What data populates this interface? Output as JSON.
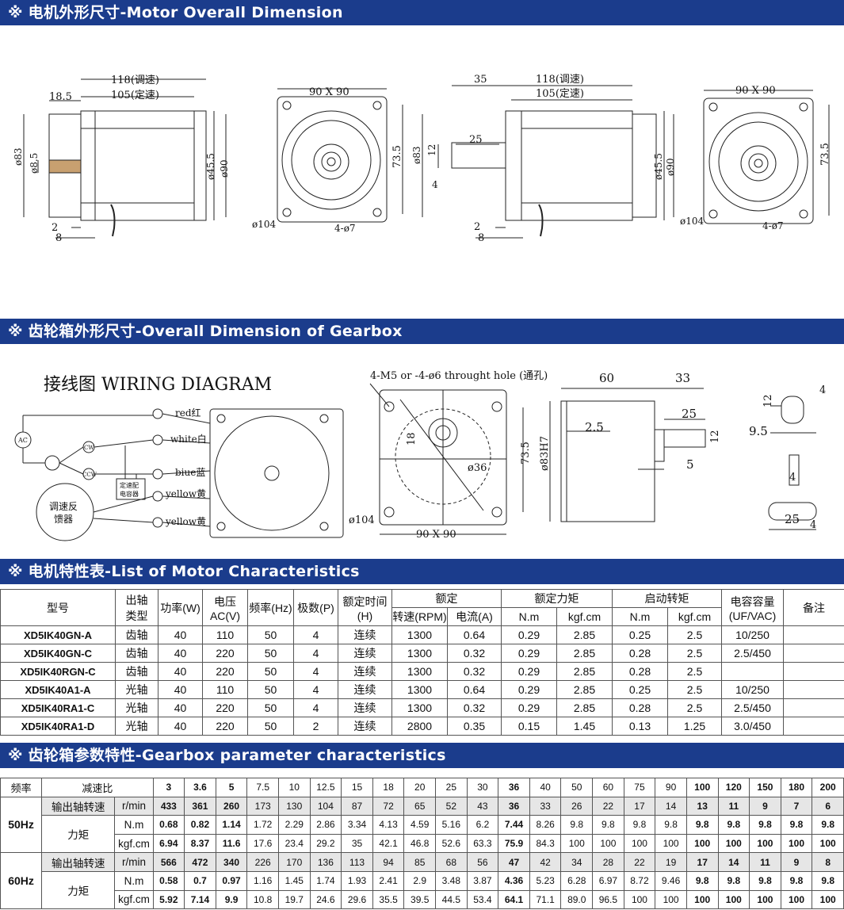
{
  "banners": {
    "motor": "※ 电机外形尺寸-Motor Overall Dimension",
    "gearbox": "※ 齿轮箱外形尺寸-Overall Dimension of Gearbox",
    "characteristics": "※ 电机特性表-List of Motor Characteristics",
    "gearbox_params": "※ 齿轮箱参数特性-Gearbox parameter characteristics"
  },
  "motor_dims": {
    "d1": "118(调速)",
    "d2": "105(定速)",
    "d3": "18.5",
    "d4": "ø83",
    "d5": "ø8.5",
    "d6": "ø45.5",
    "d7": "ø90",
    "d8": "2",
    "d9": "8",
    "f1": "90 X 90",
    "f2": "73.5",
    "f3": "ø104",
    "f4": "4-ø7",
    "s1": "35",
    "s2": "25",
    "s3": "12",
    "s4": "4"
  },
  "wiring": {
    "title": "接线图 WIRING DIAGRAM",
    "ac": "AC",
    "cw": "CW",
    "ccw": "CCW",
    "feedback_1": "调速反",
    "feedback_2": "馈器",
    "cap_1": "定速配",
    "cap_2": "电容器",
    "red": "red红",
    "white": "white白",
    "blue": "biue蓝",
    "yellow1": "yellow黄",
    "yellow2": "yellow黄"
  },
  "gear_dims": {
    "hole": "4-M5 or -4-ø6 throught hole (通孔)",
    "g1": "18",
    "g2": "ø36",
    "g3": "73.5",
    "g4": "ø104",
    "g5": "90 X 90",
    "g6": "60",
    "g7": "33",
    "g8": "2.5",
    "g9": "ø83H7",
    "g10": "25",
    "g11": "12",
    "g12": "5",
    "k1": "4",
    "k2": "12",
    "k3": "9.5",
    "k4": "4",
    "k5": "25",
    "k6": "4"
  },
  "motor_table": {
    "headers": {
      "model": "型号",
      "shaft_1": "出轴",
      "shaft_2": "类型",
      "power": "功率(W)",
      "voltage_1": "电压",
      "voltage_2": "AC(V)",
      "freq": "频率(Hz)",
      "poles": "极数(P)",
      "time_1": "额定时间",
      "time_2": "(H)",
      "rated": "额定",
      "rpm": "转速(RPM)",
      "current": "电流(A)",
      "torque": "额定力矩",
      "start": "启动转矩",
      "nm": "N.m",
      "kgf": "kgf.cm",
      "nm2": "N.m",
      "kgf2": "kgf.cm",
      "cap_1": "电容容量",
      "cap_2": "(UF/VAC)",
      "note": "备注"
    },
    "rows": [
      [
        "XD5IK40GN-A",
        "齿轴",
        "40",
        "110",
        "50",
        "4",
        "连续",
        "1300",
        "0.64",
        "0.29",
        "2.85",
        "0.25",
        "2.5",
        "10/250",
        ""
      ],
      [
        "XD5IK40GN-C",
        "齿轴",
        "40",
        "220",
        "50",
        "4",
        "连续",
        "1300",
        "0.32",
        "0.29",
        "2.85",
        "0.28",
        "2.5",
        "2.5/450",
        ""
      ],
      [
        "XD5IK40RGN-C",
        "齿轴",
        "40",
        "220",
        "50",
        "4",
        "连续",
        "1300",
        "0.32",
        "0.29",
        "2.85",
        "0.28",
        "2.5",
        "",
        ""
      ],
      [
        "XD5IK40A1-A",
        "光轴",
        "40",
        "110",
        "50",
        "4",
        "连续",
        "1300",
        "0.64",
        "0.29",
        "2.85",
        "0.25",
        "2.5",
        "10/250",
        ""
      ],
      [
        "XD5IK40RA1-C",
        "光轴",
        "40",
        "220",
        "50",
        "4",
        "连续",
        "1300",
        "0.32",
        "0.29",
        "2.85",
        "0.28",
        "2.5",
        "2.5/450",
        ""
      ],
      [
        "XD5IK40RA1-D",
        "光轴",
        "40",
        "220",
        "50",
        "2",
        "连续",
        "2800",
        "0.35",
        "0.15",
        "1.45",
        "0.13",
        "1.25",
        "3.0/450",
        ""
      ]
    ]
  },
  "gear_table": {
    "freq_label": "频率",
    "ratio_label": "减速比",
    "ratios": [
      "3",
      "3.6",
      "5",
      "7.5",
      "10",
      "12.5",
      "15",
      "18",
      "20",
      "25",
      "30",
      "36",
      "40",
      "50",
      "60",
      "75",
      "90",
      "100",
      "120",
      "150",
      "180",
      "200"
    ],
    "out_speed": "输出轴转速",
    "torque": "力矩",
    "rmin": "r/min",
    "nm": "N.m",
    "kgfcm": "kgf.cm",
    "hz50": "50Hz",
    "hz60": "60Hz",
    "r50_speed": [
      "433",
      "361",
      "260",
      "173",
      "130",
      "104",
      "87",
      "72",
      "65",
      "52",
      "43",
      "36",
      "33",
      "26",
      "22",
      "17",
      "14",
      "13",
      "11",
      "9",
      "7",
      "6"
    ],
    "r50_nm": [
      "0.68",
      "0.82",
      "1.14",
      "1.72",
      "2.29",
      "2.86",
      "3.34",
      "4.13",
      "4.59",
      "5.16",
      "6.2",
      "7.44",
      "8.26",
      "9.8",
      "9.8",
      "9.8",
      "9.8",
      "9.8",
      "9.8",
      "9.8",
      "9.8",
      "9.8"
    ],
    "r50_kgf": [
      "6.94",
      "8.37",
      "11.6",
      "17.6",
      "23.4",
      "29.2",
      "35",
      "42.1",
      "46.8",
      "52.6",
      "63.3",
      "75.9",
      "84.3",
      "100",
      "100",
      "100",
      "100",
      "100",
      "100",
      "100",
      "100",
      "100"
    ],
    "r60_speed": [
      "566",
      "472",
      "340",
      "226",
      "170",
      "136",
      "113",
      "94",
      "85",
      "68",
      "56",
      "47",
      "42",
      "34",
      "28",
      "22",
      "19",
      "17",
      "14",
      "11",
      "9",
      "8"
    ],
    "r60_nm": [
      "0.58",
      "0.7",
      "0.97",
      "1.16",
      "1.45",
      "1.74",
      "1.93",
      "2.41",
      "2.9",
      "3.48",
      "3.87",
      "4.36",
      "5.23",
      "6.28",
      "6.97",
      "8.72",
      "9.46",
      "9.8",
      "9.8",
      "9.8",
      "9.8",
      "9.8"
    ],
    "r60_kgf": [
      "5.92",
      "7.14",
      "9.9",
      "10.8",
      "19.7",
      "24.6",
      "29.6",
      "35.5",
      "39.5",
      "44.5",
      "53.4",
      "64.1",
      "71.1",
      "89.0",
      "96.5",
      "100",
      "100",
      "100",
      "100",
      "100",
      "100",
      "100"
    ]
  }
}
